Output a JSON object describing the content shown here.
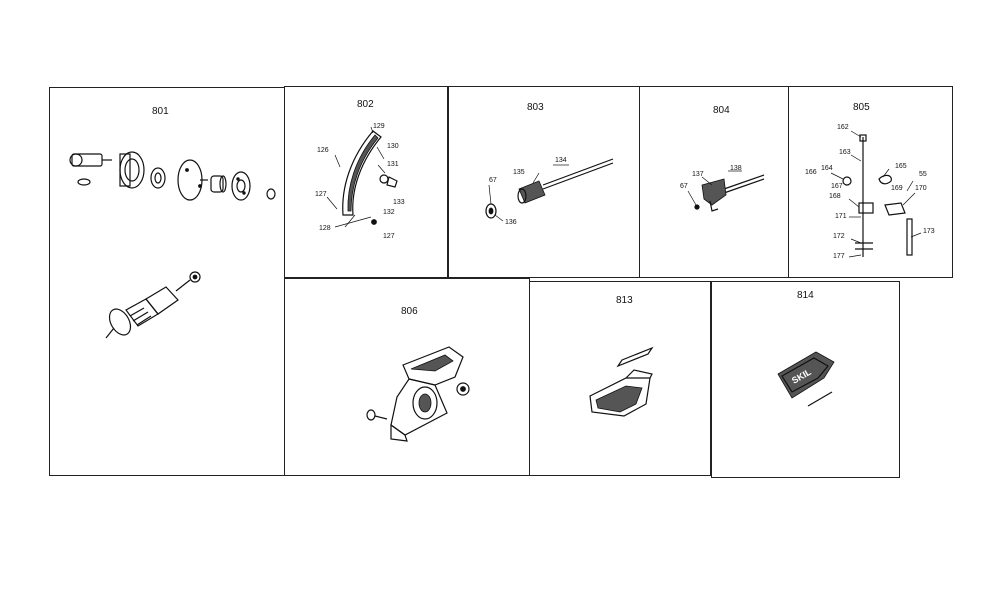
{
  "panels": [
    {
      "title": "801"
    },
    {
      "title": "802"
    },
    {
      "title": "803"
    },
    {
      "title": "804"
    },
    {
      "title": "805"
    },
    {
      "title": "806"
    },
    {
      "title": "813"
    },
    {
      "title": "814"
    }
  ],
  "callouts": {
    "p802": [
      "129",
      "126",
      "130",
      "131",
      "127",
      "132",
      "133",
      "128",
      "127"
    ],
    "p803": [
      "134",
      "135",
      "67",
      "136"
    ],
    "p804": [
      "138",
      "137",
      "67"
    ],
    "p805": [
      "162",
      "163",
      "164",
      "165",
      "166",
      "167",
      "55",
      "169",
      "170",
      "168",
      "171",
      "172",
      "173",
      "177"
    ]
  },
  "logo_text": "SKIL"
}
